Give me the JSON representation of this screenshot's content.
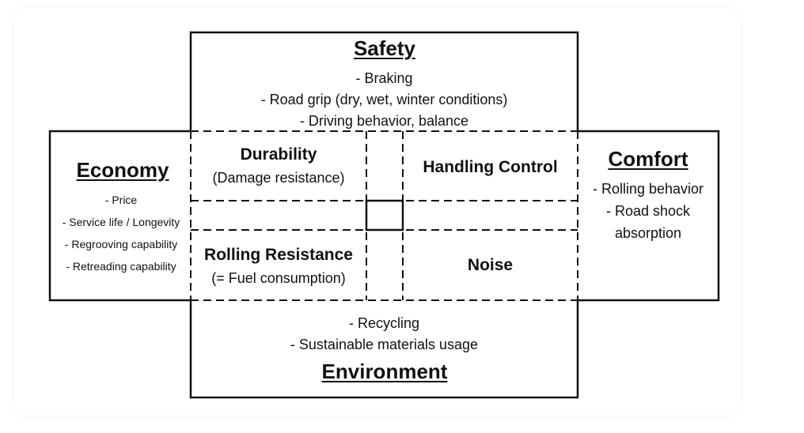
{
  "diagram": {
    "safety": {
      "title": "Safety",
      "items": [
        "- Braking",
        "- Road grip (dry, wet, winter conditions)",
        "- Driving behavior, balance"
      ]
    },
    "economy": {
      "title": "Economy",
      "items": [
        "- Price",
        "- Service life / Longevity",
        "- Regrooving capability",
        "- Retreading capability"
      ]
    },
    "comfort": {
      "title": "Comfort",
      "items": [
        "- Rolling behavior",
        "- Road shock",
        "absorption"
      ]
    },
    "environment": {
      "title": "Environment",
      "items": [
        "- Recycling",
        "- Sustainable materials usage"
      ]
    },
    "cells": {
      "durability": {
        "title": "Durability",
        "subtitle": "(Damage resistance)"
      },
      "handling": {
        "title": "Handling Control"
      },
      "rolling": {
        "title": "Rolling Resistance",
        "subtitle": "(= Fuel consumption)"
      },
      "noise": {
        "title": "Noise"
      }
    }
  }
}
